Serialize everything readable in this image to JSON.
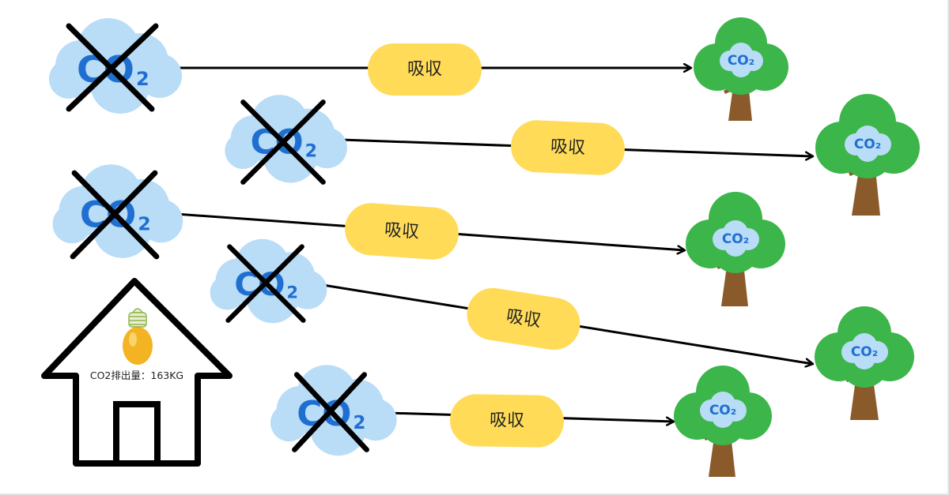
{
  "house": {
    "emission_label": "CO2排出量：163KG"
  },
  "clouds": [
    {
      "main": "CO",
      "sub": "2"
    },
    {
      "main": "CO",
      "sub": "2"
    },
    {
      "main": "CO",
      "sub": "2"
    },
    {
      "main": "CO",
      "sub": "2"
    },
    {
      "main": "CO",
      "sub": "2"
    }
  ],
  "absorb_labels": [
    "吸収",
    "吸収",
    "吸収",
    "吸収",
    "吸収"
  ],
  "trees": [
    {
      "label": "CO₂"
    },
    {
      "label": "CO₂"
    },
    {
      "label": "CO₂"
    },
    {
      "label": "CO₂"
    },
    {
      "label": "CO₂"
    }
  ],
  "colors": {
    "cloud": "#b9dcf7",
    "co2_text": "#1f6fd1",
    "pill": "#ffdb58",
    "tree_leaves": "#3cb54a",
    "trunk": "#8b5a2b",
    "bulb": "#f4b322"
  }
}
